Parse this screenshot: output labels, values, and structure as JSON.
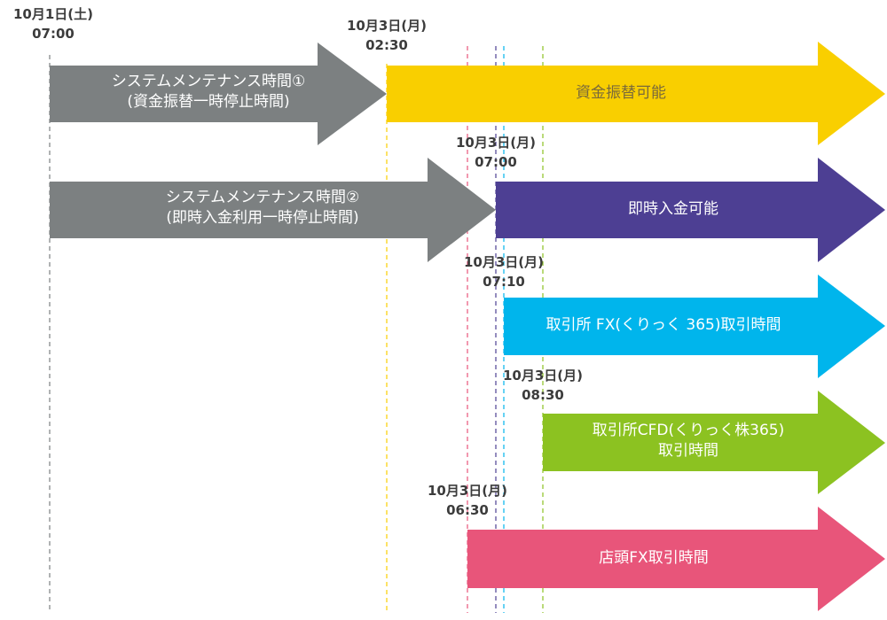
{
  "time_labels": [
    {
      "id": "t-oct1-0700",
      "date": "10月1日(土)",
      "time": "07:00"
    },
    {
      "id": "t-oct3-0230",
      "date": "10月3日(月)",
      "time": "02:30"
    },
    {
      "id": "t-oct3-0700",
      "date": "10月3日(月)",
      "time": "07:00"
    },
    {
      "id": "t-oct3-0710",
      "date": "10月3日(月)",
      "time": "07:10"
    },
    {
      "id": "t-oct3-0830",
      "date": "10月3日(月)",
      "time": "08:30"
    },
    {
      "id": "t-oct3-0630",
      "date": "10月3日(月)",
      "time": "06:30"
    }
  ],
  "bars": [
    {
      "id": "maintenance-1",
      "lines": [
        "システムメンテナンス時間①",
        "(資金振替一時停止時間)"
      ],
      "color": "#7c8081",
      "text_color": "#ffffff"
    },
    {
      "id": "fund-transfer",
      "lines": [
        "資金振替可能"
      ],
      "color": "#f9cf00",
      "text_color": "#7a6a3a"
    },
    {
      "id": "maintenance-2",
      "lines": [
        "システムメンテナンス時間②",
        "(即時入金利用一時停止時間)"
      ],
      "color": "#7c8081",
      "text_color": "#ffffff"
    },
    {
      "id": "instant-deposit",
      "lines": [
        "即時入金可能"
      ],
      "color": "#4d3f93",
      "text_color": "#ffffff"
    },
    {
      "id": "exchange-fx",
      "lines": [
        "取引所 FX(くりっく 365)取引時間"
      ],
      "color": "#00b5ec",
      "text_color": "#ffffff"
    },
    {
      "id": "exchange-cfd",
      "lines": [
        "取引所CFD(くりっく株365)",
        "取引時間"
      ],
      "color": "#8cc221",
      "text_color": "#ffffff"
    },
    {
      "id": "otc-fx",
      "lines": [
        "店頭FX取引時間"
      ],
      "color": "#e8557a",
      "text_color": "#ffffff"
    }
  ],
  "guide_line_colors": {
    "oct1-0700": "#7c8081",
    "oct3-0230": "#f9cf00",
    "oct3-0630": "#e8557a",
    "oct3-0700": "#4d3f93",
    "oct3-0710": "#00b5ec",
    "oct3-0830": "#8cc221"
  }
}
